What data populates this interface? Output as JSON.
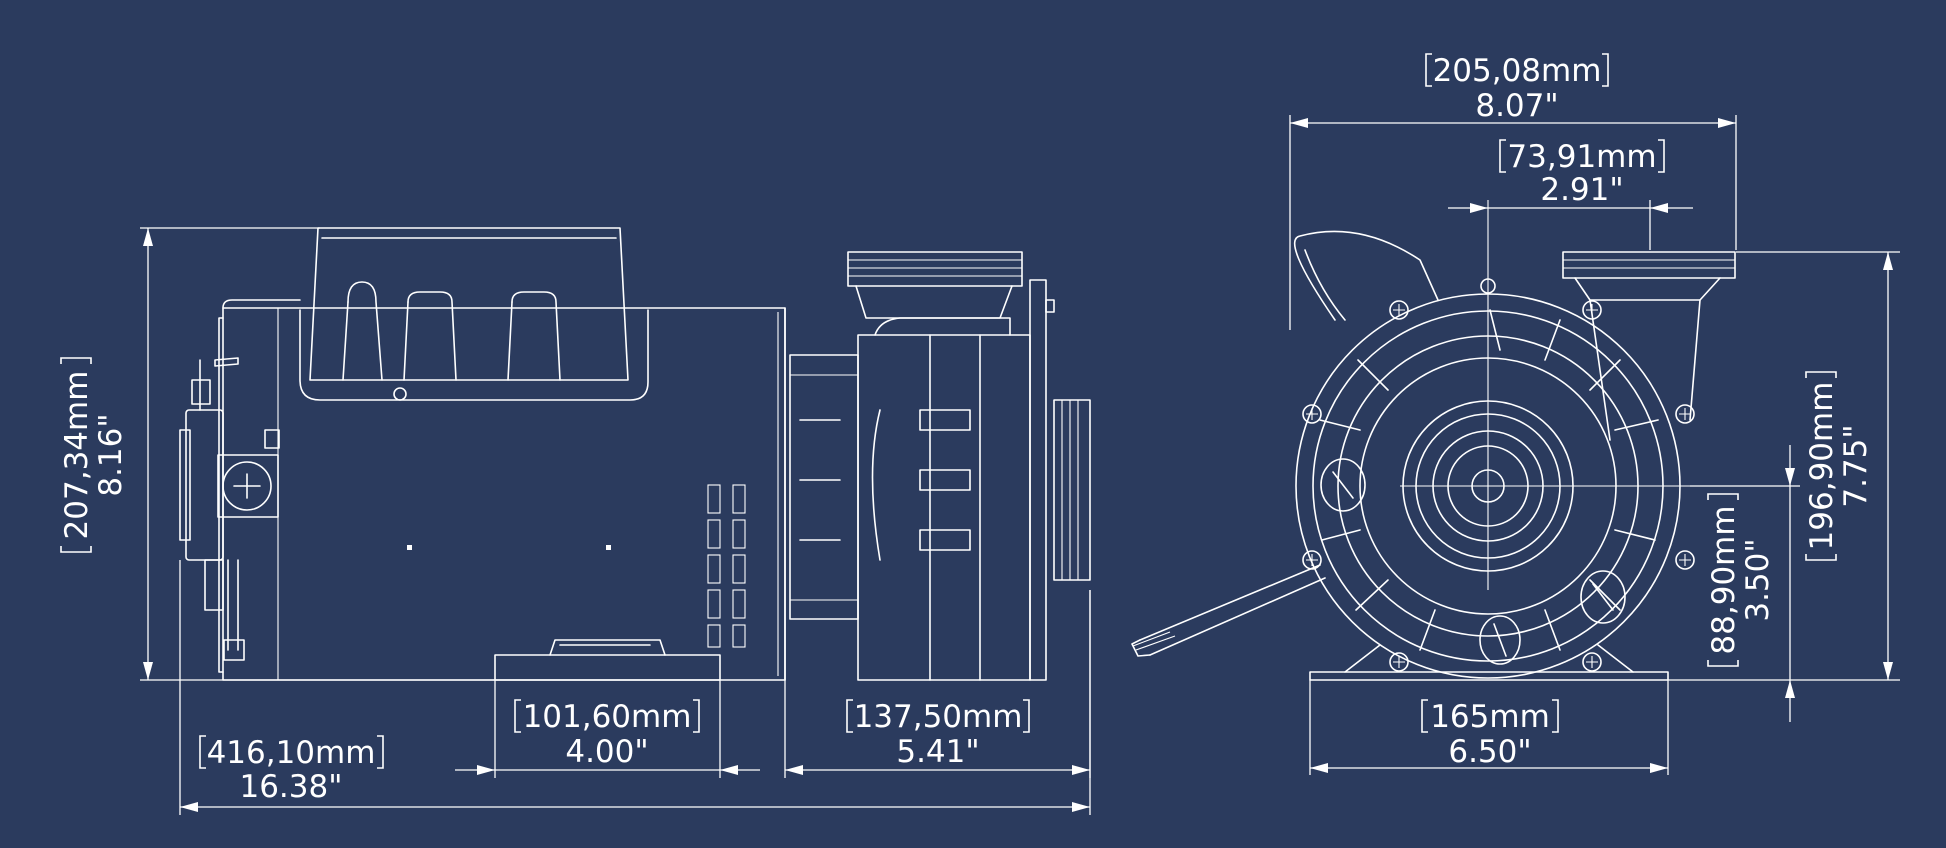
{
  "colors": {
    "background": "#2b3b5e",
    "line": "#ffffff"
  },
  "dimensions": {
    "side_height": {
      "mm": "207,34mm",
      "inch": "8.16\""
    },
    "overall_length": {
      "mm": "416,10mm",
      "inch": "16.38\""
    },
    "foot_width": {
      "mm": "101,60mm",
      "inch": "4.00\""
    },
    "pump_head_length": {
      "mm": "137,50mm",
      "inch": "5.41\""
    },
    "front_width": {
      "mm": "205,08mm",
      "inch": "8.07\""
    },
    "port_offset": {
      "mm": "73,91mm",
      "inch": "2.91\""
    },
    "front_height": {
      "mm": "196,90mm",
      "inch": "7.75\""
    },
    "shaft_height": {
      "mm": "88,90mm",
      "inch": "3.50\""
    },
    "base_width": {
      "mm": "165mm",
      "inch": "6.50\""
    }
  }
}
